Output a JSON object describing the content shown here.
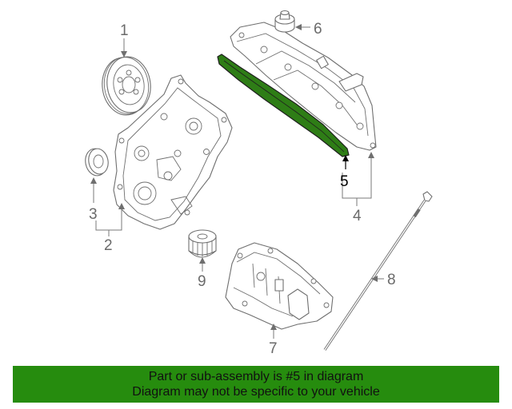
{
  "callouts": {
    "c1": "1",
    "c2": "2",
    "c3": "3",
    "c4": "4",
    "c5": "5",
    "c6": "6",
    "c7": "7",
    "c8": "8",
    "c9": "9"
  },
  "highlight": {
    "part_number": "5",
    "color": "#2e7d16"
  },
  "banner": {
    "line1": "Part or sub-assembly is #5 in diagram",
    "line2": "Diagram may not be specific to your vehicle",
    "color": "#268c0e"
  }
}
